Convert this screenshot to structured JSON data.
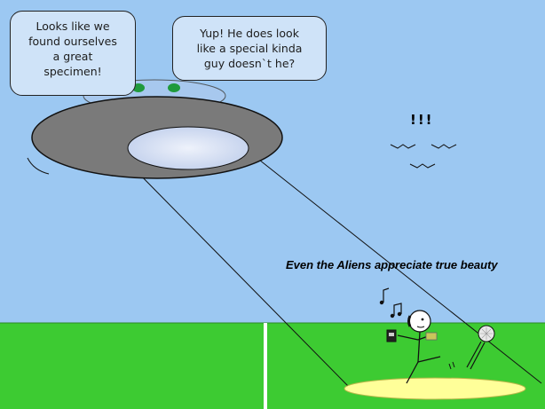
{
  "bubbles": {
    "left": "Looks like we\nfound ourselves\na great\nspecimen!",
    "right": "Yup! He does look\nlike a special kinda\nguy doesn`t he?"
  },
  "exclamation": "!!!",
  "caption": "Even the Aliens appreciate true beauty",
  "colors": {
    "sky": "#9cc8f2",
    "grass": "#3dcb32",
    "ufo_body": "#7a7a7a",
    "beam_spot": "#ffff99",
    "alien": "#1f9a3c"
  }
}
